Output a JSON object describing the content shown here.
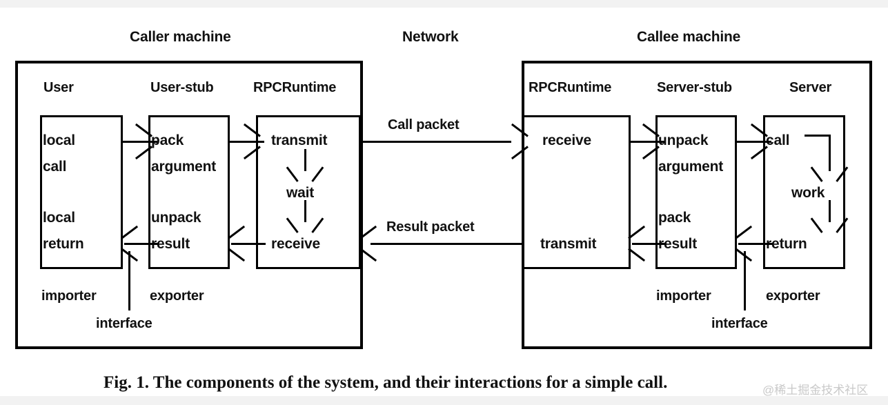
{
  "figure": {
    "caption": "Fig. 1.   The components of the system, and their interactions for a simple call.",
    "watermark": "@稀土掘金技术社区",
    "ink_color": "#000000",
    "background_color": "#ffffff"
  },
  "machines": {
    "caller": {
      "title": "Caller machine",
      "columns": [
        {
          "header": "User",
          "lines": [
            "local",
            "call",
            "local",
            "return"
          ]
        },
        {
          "header": "User-stub",
          "lines": [
            "pack",
            "argument",
            "unpack",
            "result"
          ]
        },
        {
          "header": "RPCRuntime",
          "lines": [
            "transmit",
            "wait",
            "receive"
          ]
        }
      ],
      "footer_labels": {
        "importer": "importer",
        "exporter": "exporter",
        "interface": "interface"
      }
    },
    "callee": {
      "title": "Callee machine",
      "columns": [
        {
          "header": "RPCRuntime",
          "lines": [
            "receive",
            "transmit"
          ]
        },
        {
          "header": "Server-stub",
          "lines": [
            "unpack",
            "argument",
            "pack",
            "result"
          ]
        },
        {
          "header": "Server",
          "lines": [
            "call",
            "work",
            "return"
          ]
        }
      ],
      "footer_labels": {
        "importer": "importer",
        "exporter": "exporter",
        "interface": "interface"
      }
    }
  },
  "network": {
    "title": "Network",
    "call_packet_label": "Call packet",
    "result_packet_label": "Result packet"
  }
}
